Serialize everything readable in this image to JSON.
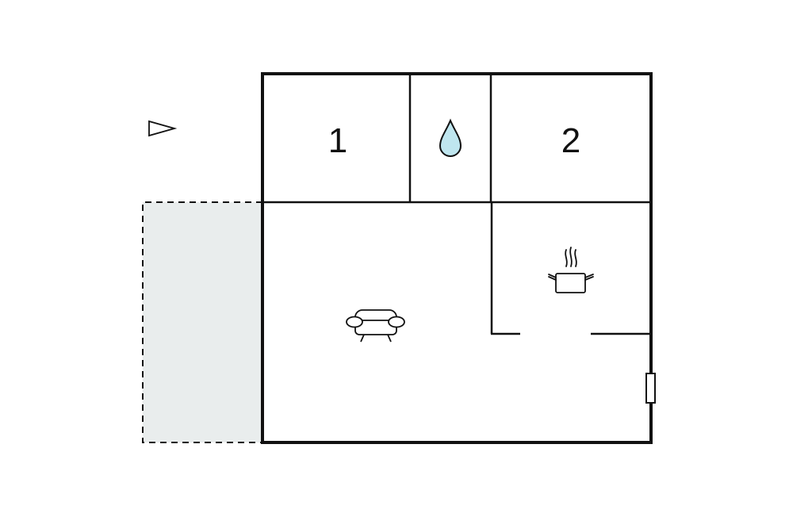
{
  "floorplan": {
    "rooms": [
      {
        "label": "1",
        "type": "bedroom"
      },
      {
        "type": "bathroom",
        "icon": "water-drop-icon"
      },
      {
        "label": "2",
        "type": "bedroom"
      },
      {
        "type": "living-room",
        "icon": "sofa-icon"
      },
      {
        "type": "kitchen",
        "icon": "cooking-pot-icon"
      },
      {
        "type": "terrace",
        "icon": "none"
      }
    ],
    "compass_icon": "north-arrow-icon",
    "colors": {
      "wall": "#111111",
      "water": "#bfe6ef",
      "terrace_fill": "#e9eded",
      "background": "#ffffff"
    }
  }
}
